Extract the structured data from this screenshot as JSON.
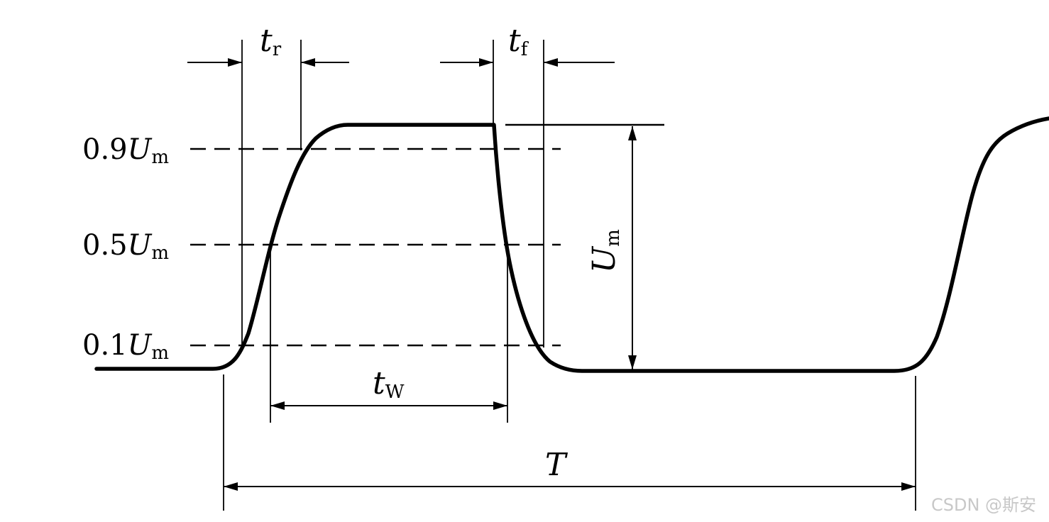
{
  "levels": [
    {
      "label": "0.9",
      "var": "U",
      "sub": "m"
    },
    {
      "label": "0.5",
      "var": "U",
      "sub": "m"
    },
    {
      "label": "0.1",
      "var": "U",
      "sub": "m"
    }
  ],
  "rise_time": {
    "var": "t",
    "sub": "r"
  },
  "fall_time": {
    "var": "t",
    "sub": "f"
  },
  "pulse_width": {
    "var": "t",
    "sub": "W"
  },
  "period": {
    "var": "T"
  },
  "amplitude": {
    "var": "U",
    "sub": "m"
  },
  "watermark": "CSDN @斯安"
}
